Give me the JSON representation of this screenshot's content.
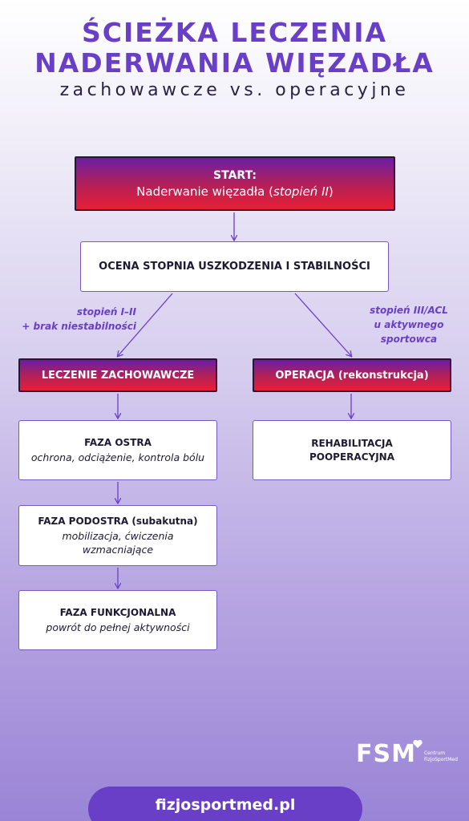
{
  "header": {
    "title_line1": "ŚCIEŻKA LECZENIA",
    "title_line2": "NADERWANIA WIĘZADŁA",
    "subtitle": "zachowawcze vs. operacyjne"
  },
  "start": {
    "label": "START:",
    "text_plain": "Naderwanie więzadła (",
    "text_italic": "stopień II",
    "text_close": ")"
  },
  "assessment": {
    "label": "OCENA STOPNIA USZKODZENIA I STABILNOŚCI"
  },
  "branches": {
    "left_line1": "stopień I–II",
    "left_line2": "+ brak niestabilności",
    "right_line1": "stopień III/ACL",
    "right_line2": "u aktywnego",
    "right_line3": "sportowca"
  },
  "conservative": {
    "label": "LECZENIE ZACHOWAWCZE",
    "phases": [
      {
        "title": "FAZA OSTRA",
        "desc": "ochrona, odciążenie, kontrola bólu"
      },
      {
        "title": "FAZA PODOSTRA (subakutna)",
        "desc_line1": "mobilizacja, ćwiczenia",
        "desc_line2": "wzmacniające"
      },
      {
        "title": "FAZA FUNKCJONALNA",
        "desc": "powrót do pełnej aktywności"
      }
    ]
  },
  "surgery": {
    "label": "OPERACJA (rekonstrukcja)",
    "rehab_line1": "REHABILITACJA",
    "rehab_line2": "POOPERACYJNA"
  },
  "branding": {
    "logo": "FSM",
    "logo_sub_line1": "Centrum",
    "logo_sub_line2": "FizjoSportMed",
    "website": "fizjosportmed.pl"
  },
  "colors": {
    "accent": "#6a3fc8",
    "red_gradient_top": "#6b1ea6",
    "red_gradient_bottom": "#e81f35",
    "arrow": "#6a3fc8"
  }
}
